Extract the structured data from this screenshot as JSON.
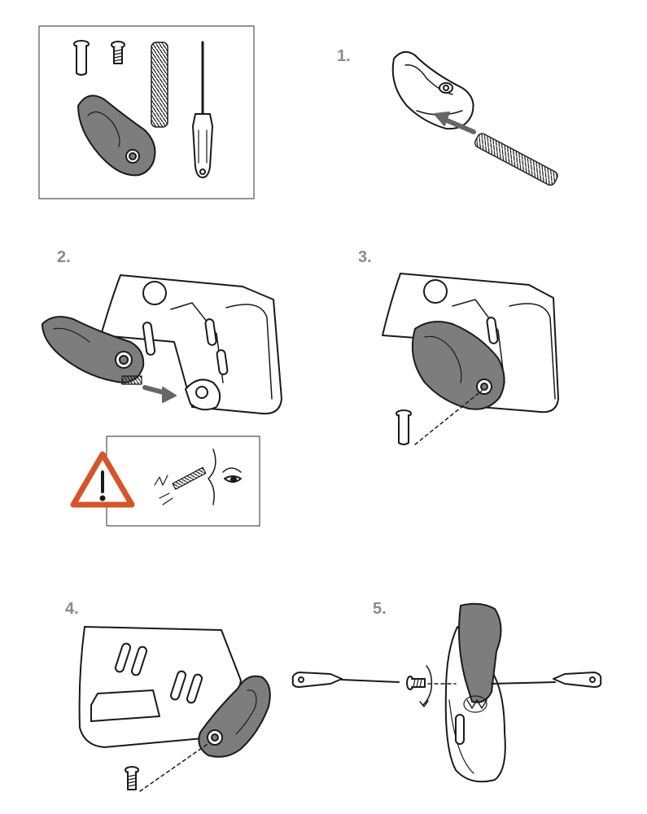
{
  "steps": [
    {
      "number": "1."
    },
    {
      "number": "2."
    },
    {
      "number": "3."
    },
    {
      "number": "4."
    },
    {
      "number": "5."
    }
  ],
  "parts": [
    "pin",
    "screw",
    "spring",
    "screwdriver",
    "lever"
  ],
  "warning": {
    "icon": "warning-triangle-icon",
    "depicts": "eye-protection-icon"
  },
  "colors": {
    "lever": "#7d7d7d",
    "line": "#1a1a1a",
    "warning": "#d4552a",
    "step_number": "#8a8a8a",
    "frame": "#555555"
  }
}
